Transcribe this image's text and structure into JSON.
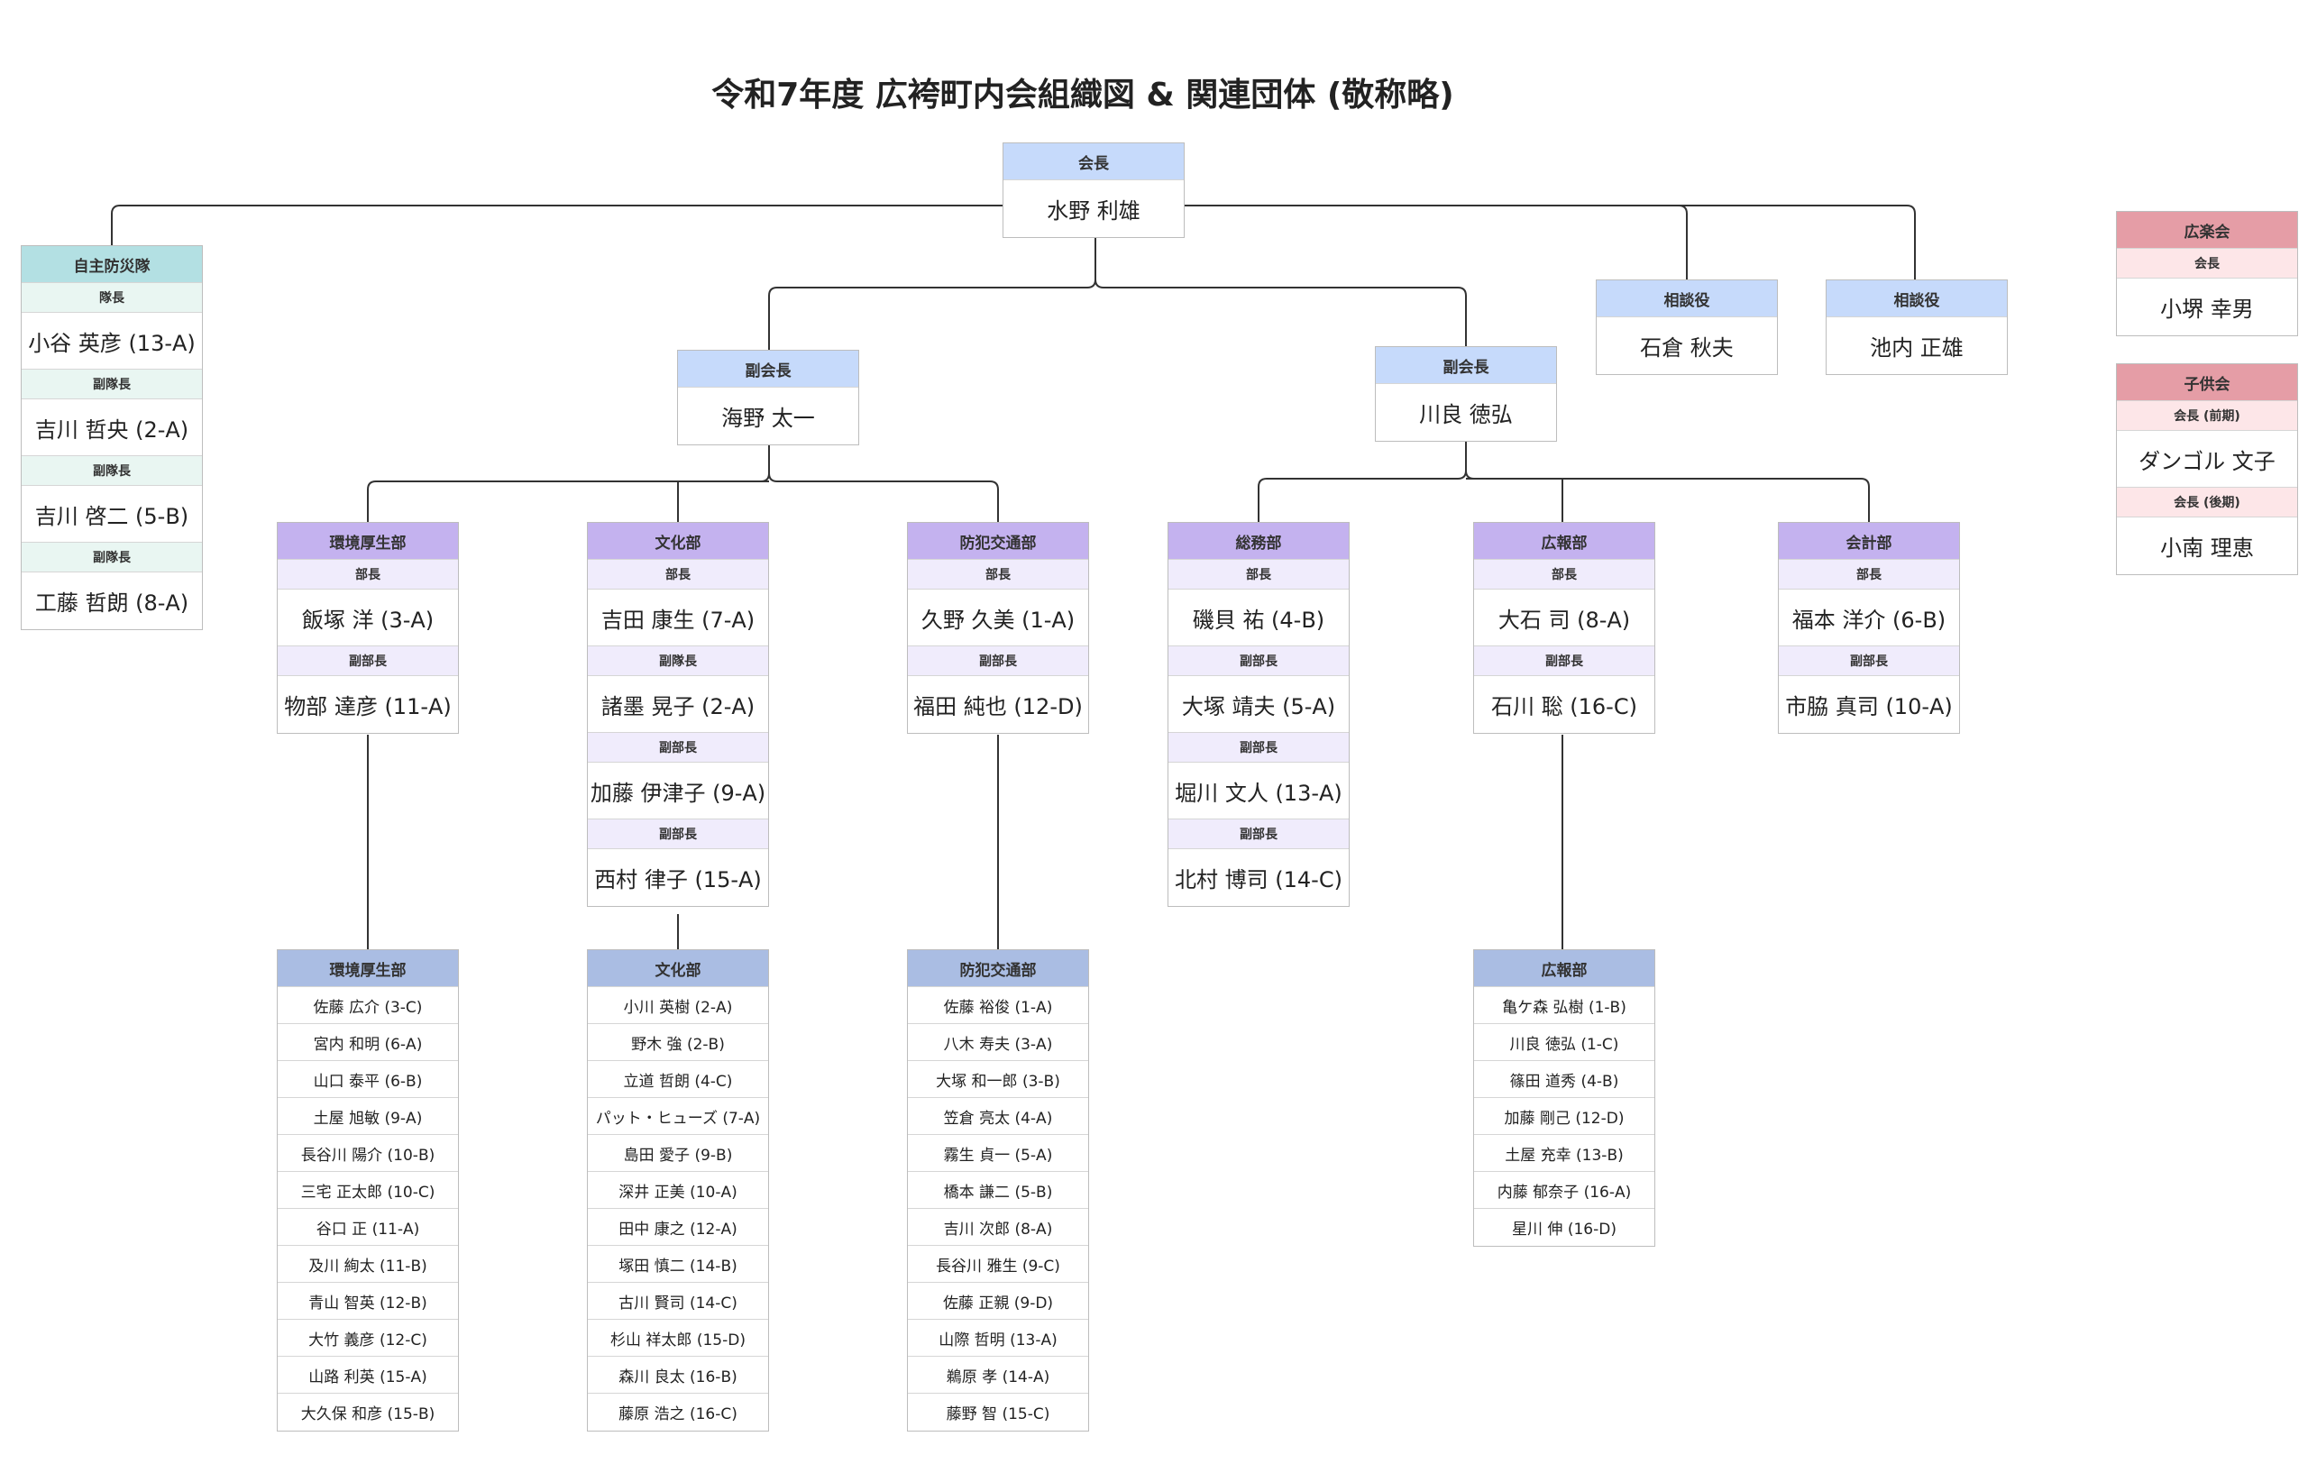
{
  "title": "令和7年度 広袴町内会組織図 & 関連団体 (敬称略)",
  "colors": {
    "top_header": "#c6dafb",
    "disaster_header": "#b3e0e3",
    "dept_header": "#c4b2ef",
    "member_header": "#aabde3",
    "related_header": "#e59da6",
    "line": "#333333"
  },
  "president": {
    "header": "会長",
    "name": "水野 利雄"
  },
  "disaster": {
    "header": "自主防災隊",
    "entries": [
      {
        "role": "隊長",
        "name": "小谷 英彦 (13-A)"
      },
      {
        "role": "副隊長",
        "name": "吉川 哲央 (2-A)"
      },
      {
        "role": "副隊長",
        "name": "吉川 啓二 (5-B)"
      },
      {
        "role": "副隊長",
        "name": "工藤 哲朗 (8-A)"
      }
    ]
  },
  "vp1": {
    "header": "副会長",
    "name": "海野 太一"
  },
  "vp2": {
    "header": "副会長",
    "name": "川良 徳弘"
  },
  "adviser1": {
    "header": "相談役",
    "name": "石倉 秋夫"
  },
  "adviser2": {
    "header": "相談役",
    "name": "池内 正雄"
  },
  "kouraku": {
    "header": "広楽会",
    "role": "会長",
    "name": "小堺 幸男"
  },
  "kodomo": {
    "header": "子供会",
    "entries": [
      {
        "role": "会長 (前期)",
        "name": "ダンゴル 文子"
      },
      {
        "role": "会長 (後期)",
        "name": "小南 理恵"
      }
    ]
  },
  "depts": [
    {
      "header": "環境厚生部",
      "entries": [
        {
          "role": "部長",
          "name": "飯塚 洋 (3-A)"
        },
        {
          "role": "副部長",
          "name": "物部 達彦 (11-A)"
        }
      ]
    },
    {
      "header": "文化部",
      "entries": [
        {
          "role": "部長",
          "name": "吉田 康生 (7-A)"
        },
        {
          "role": "副隊長",
          "name": "諸墨 晃子 (2-A)"
        },
        {
          "role": "副部長",
          "name": "加藤 伊津子 (9-A)"
        },
        {
          "role": "副部長",
          "name": "西村 律子 (15-A)"
        }
      ]
    },
    {
      "header": "防犯交通部",
      "entries": [
        {
          "role": "部長",
          "name": "久野 久美 (1-A)"
        },
        {
          "role": "副部長",
          "name": "福田 純也 (12-D)"
        }
      ]
    },
    {
      "header": "総務部",
      "entries": [
        {
          "role": "部長",
          "name": "磯貝 祐 (4-B)"
        },
        {
          "role": "副部長",
          "name": "大塚 靖夫 (5-A)"
        },
        {
          "role": "副部長",
          "name": "堀川 文人 (13-A)"
        },
        {
          "role": "副部長",
          "name": "北村 博司 (14-C)"
        }
      ]
    },
    {
      "header": "広報部",
      "entries": [
        {
          "role": "部長",
          "name": "大石 司 (8-A)"
        },
        {
          "role": "副部長",
          "name": "石川 聡 (16-C)"
        }
      ]
    },
    {
      "header": "会計部",
      "entries": [
        {
          "role": "部長",
          "name": "福本 洋介 (6-B)"
        },
        {
          "role": "副部長",
          "name": "市脇 真司 (10-A)"
        }
      ]
    }
  ],
  "member_lists": [
    {
      "header": "環境厚生部",
      "members": [
        "佐藤 広介 (3-C)",
        "宮内 和明 (6-A)",
        "山口 泰平 (6-B)",
        "土屋 旭敏 (9-A)",
        "長谷川 陽介 (10-B)",
        "三宅 正太郎 (10-C)",
        "谷口 正 (11-A)",
        "及川 絢太 (11-B)",
        "青山 智英 (12-B)",
        "大竹 義彦 (12-C)",
        "山路 利英 (15-A)",
        "大久保 和彦 (15-B)"
      ]
    },
    {
      "header": "文化部",
      "members": [
        "小川 英樹 (2-A)",
        "野木 強 (2-B)",
        "立道 哲朗 (4-C)",
        "パット・ヒューズ (7-A)",
        "島田 愛子 (9-B)",
        "深井 正美 (10-A)",
        "田中 康之 (12-A)",
        "塚田 慎二 (14-B)",
        "古川 賢司 (14-C)",
        "杉山 祥太郎 (15-D)",
        "森川 良太 (16-B)",
        "藤原 浩之 (16-C)"
      ]
    },
    {
      "header": "防犯交通部",
      "members": [
        "佐藤 裕俊 (1-A)",
        "八木 寿夫 (3-A)",
        "大塚 和一郎 (3-B)",
        "笠倉 亮太 (4-A)",
        "霧生 貞一 (5-A)",
        "橋本 謙二 (5-B)",
        "吉川 次郎 (8-A)",
        "長谷川 雅生 (9-C)",
        "佐藤 正親 (9-D)",
        "山際 哲明 (13-A)",
        "鵜原 孝 (14-A)",
        "藤野 智 (15-C)"
      ]
    },
    {
      "header": "広報部",
      "members": [
        "亀ケ森 弘樹 (1-B)",
        "川良 徳弘 (1-C)",
        "篠田 道秀 (4-B)",
        "加藤 剛己 (12-D)",
        "土屋 充幸 (13-B)",
        "内藤 郁奈子 (16-A)",
        "星川 伸 (16-D)"
      ]
    }
  ]
}
